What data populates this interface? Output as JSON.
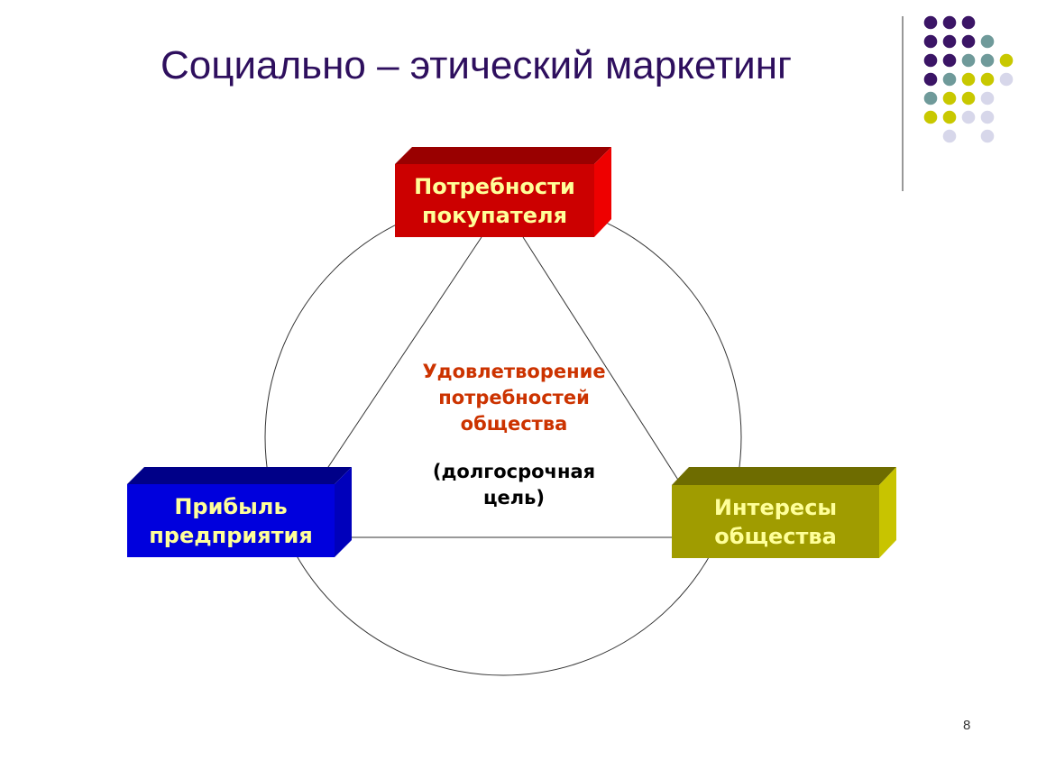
{
  "slide": {
    "title": "Социально – этический маркетинг",
    "page_number": "8"
  },
  "diagram": {
    "top_box": {
      "line1": "Потребности",
      "line2": "покупателя",
      "color": "#cc0000"
    },
    "left_box": {
      "line1": "Прибыль",
      "line2": "предприятия",
      "color": "#0000cc"
    },
    "right_box": {
      "line1": "Интересы",
      "line2": "общества",
      "color": "#a09c00"
    },
    "center": {
      "goal_line1": "Удовлетворение",
      "goal_line2": "потребностей",
      "goal_line3": "общества",
      "term_line1": "(долгосрочная",
      "term_line2": "цель)",
      "goal_color": "#cc3300"
    },
    "box_text_color": "#ffff99"
  },
  "decor": {
    "dot_colors": {
      "purple": "#3b1566",
      "teal": "#6f9a9a",
      "yellow": "#c8c800",
      "lavender": "#d7d7ea"
    }
  }
}
